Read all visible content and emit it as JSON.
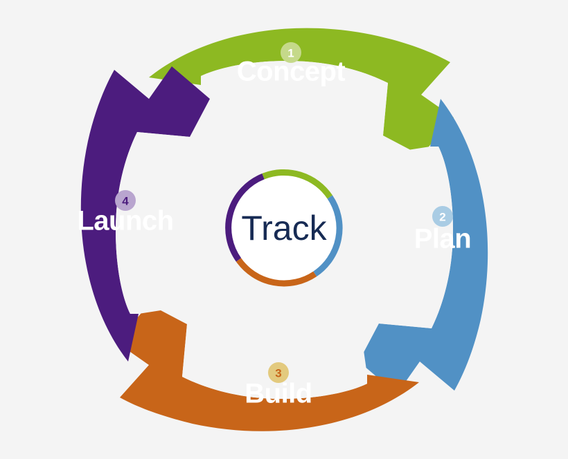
{
  "diagram": {
    "type": "cyclical-process-arrows",
    "title_center": "Track",
    "background_color": "#f4f4f4",
    "center_text_color": "#172b54",
    "direction": "clockwise",
    "step_count": 4,
    "steps": [
      {
        "number": "1",
        "label": "Concept",
        "color": "#8db922",
        "badge_fill": "#c5d98a",
        "badge_text_color": "#ffffff",
        "position": "top",
        "icon": "arrow-curved-right-icon"
      },
      {
        "number": "2",
        "label": "Plan",
        "color": "#5191c5",
        "badge_fill": "#a9cce4",
        "badge_text_color": "#ffffff",
        "position": "right",
        "icon": "arrow-curved-down-icon"
      },
      {
        "number": "3",
        "label": "Build",
        "color": "#c86519",
        "badge_fill": "#e3ca7e",
        "badge_text_color": "#c86519",
        "position": "bottom",
        "icon": "arrow-curved-left-icon"
      },
      {
        "number": "4",
        "label": "Launch",
        "color": "#4c1c7e",
        "badge_fill": "#b9a5cf",
        "badge_text_color": "#4c1c7e",
        "position": "left",
        "icon": "arrow-curved-up-icon"
      }
    ],
    "center_ring": {
      "fill": "#ffffff",
      "segments": [
        {
          "name": "concept-arc",
          "color": "#8db922",
          "start_deg": -112,
          "end_deg": -34
        },
        {
          "name": "plan-arc",
          "color": "#5191c5",
          "start_deg": -34,
          "end_deg": 56
        },
        {
          "name": "build-arc",
          "color": "#c86519",
          "start_deg": 56,
          "end_deg": 145
        },
        {
          "name": "launch-arc",
          "color": "#4c1c7e",
          "start_deg": 145,
          "end_deg": 248
        }
      ]
    }
  }
}
